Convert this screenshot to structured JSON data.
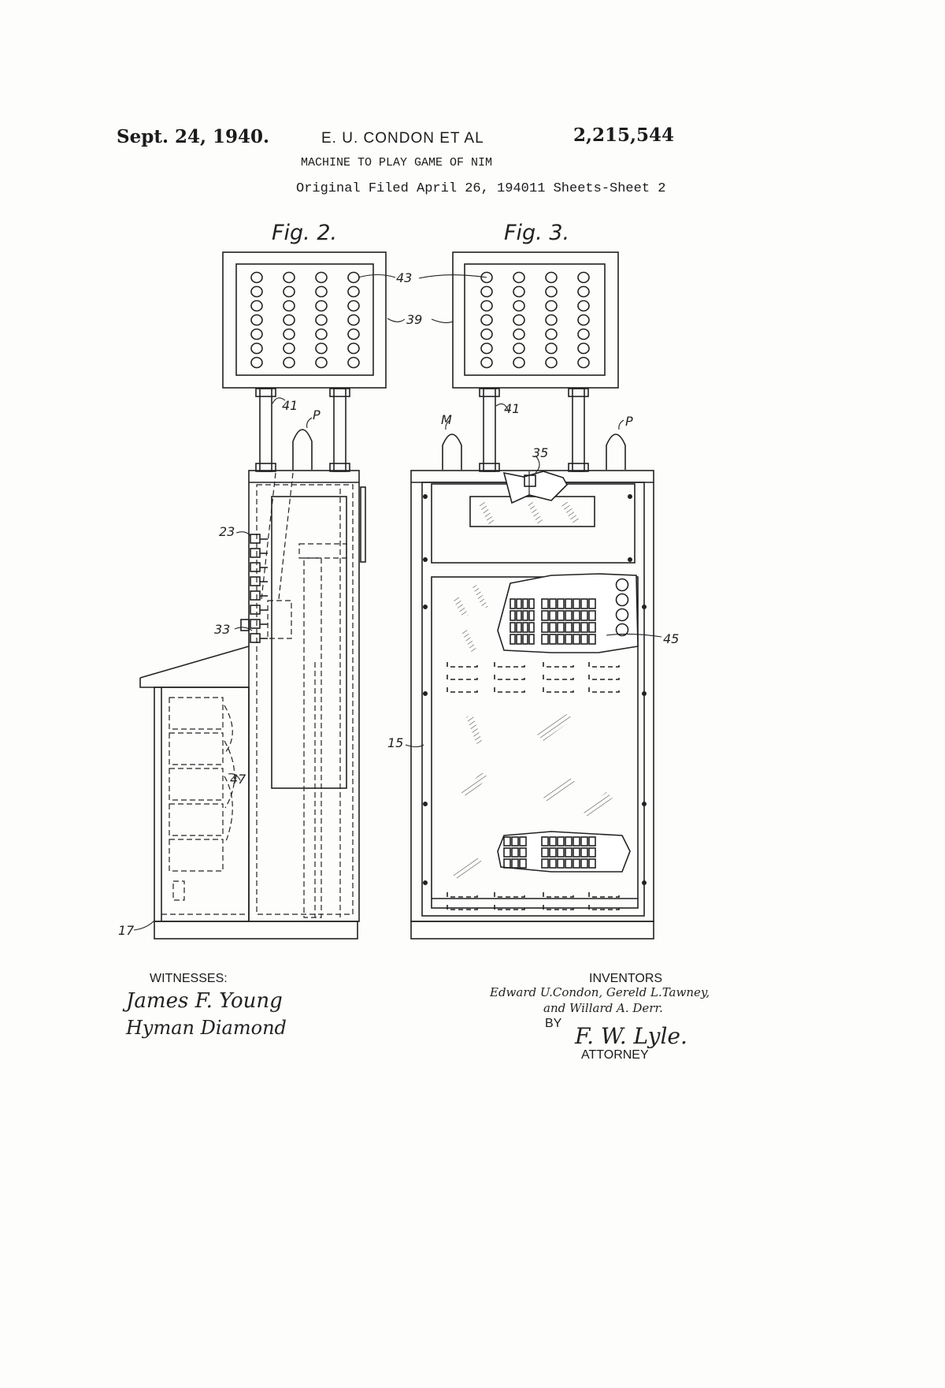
{
  "header": {
    "date": "Sept. 24, 1940.",
    "inventors_short": "E. U. CONDON ET AL",
    "patent_number": "2,215,544",
    "title": "MACHINE TO PLAY GAME OF NIM",
    "filed": "Original Filed April 26, 1940",
    "sheets": "11 Sheets-Sheet 2"
  },
  "figures": {
    "fig2_label": "Fig. 2.",
    "fig3_label": "Fig. 3."
  },
  "reference_numerals": {
    "r43": "43",
    "r39": "39",
    "r41a": "41",
    "r41b": "41",
    "rPa": "P",
    "rPb": "P",
    "rM": "M",
    "r35": "35",
    "r23": "23",
    "r33": "33",
    "r45": "45",
    "r15": "15",
    "r47": "47",
    "r17": "17"
  },
  "signatures": {
    "witnesses_label": "WITNESSES:",
    "witness_1": "James F. Young",
    "witness_2": "Hyman Diamond",
    "inventors_label": "INVENTORS",
    "inventor_names_1": "Edward U.Condon, Gereld L.Tawney,",
    "inventor_names_2": "and Willard A. Derr.",
    "by_label": "BY",
    "attorney_signature": "F. W. Lyle.",
    "attorney_label": "ATTORNEY"
  },
  "colors": {
    "ink": "#222222",
    "paper": "#fdfdfc"
  }
}
